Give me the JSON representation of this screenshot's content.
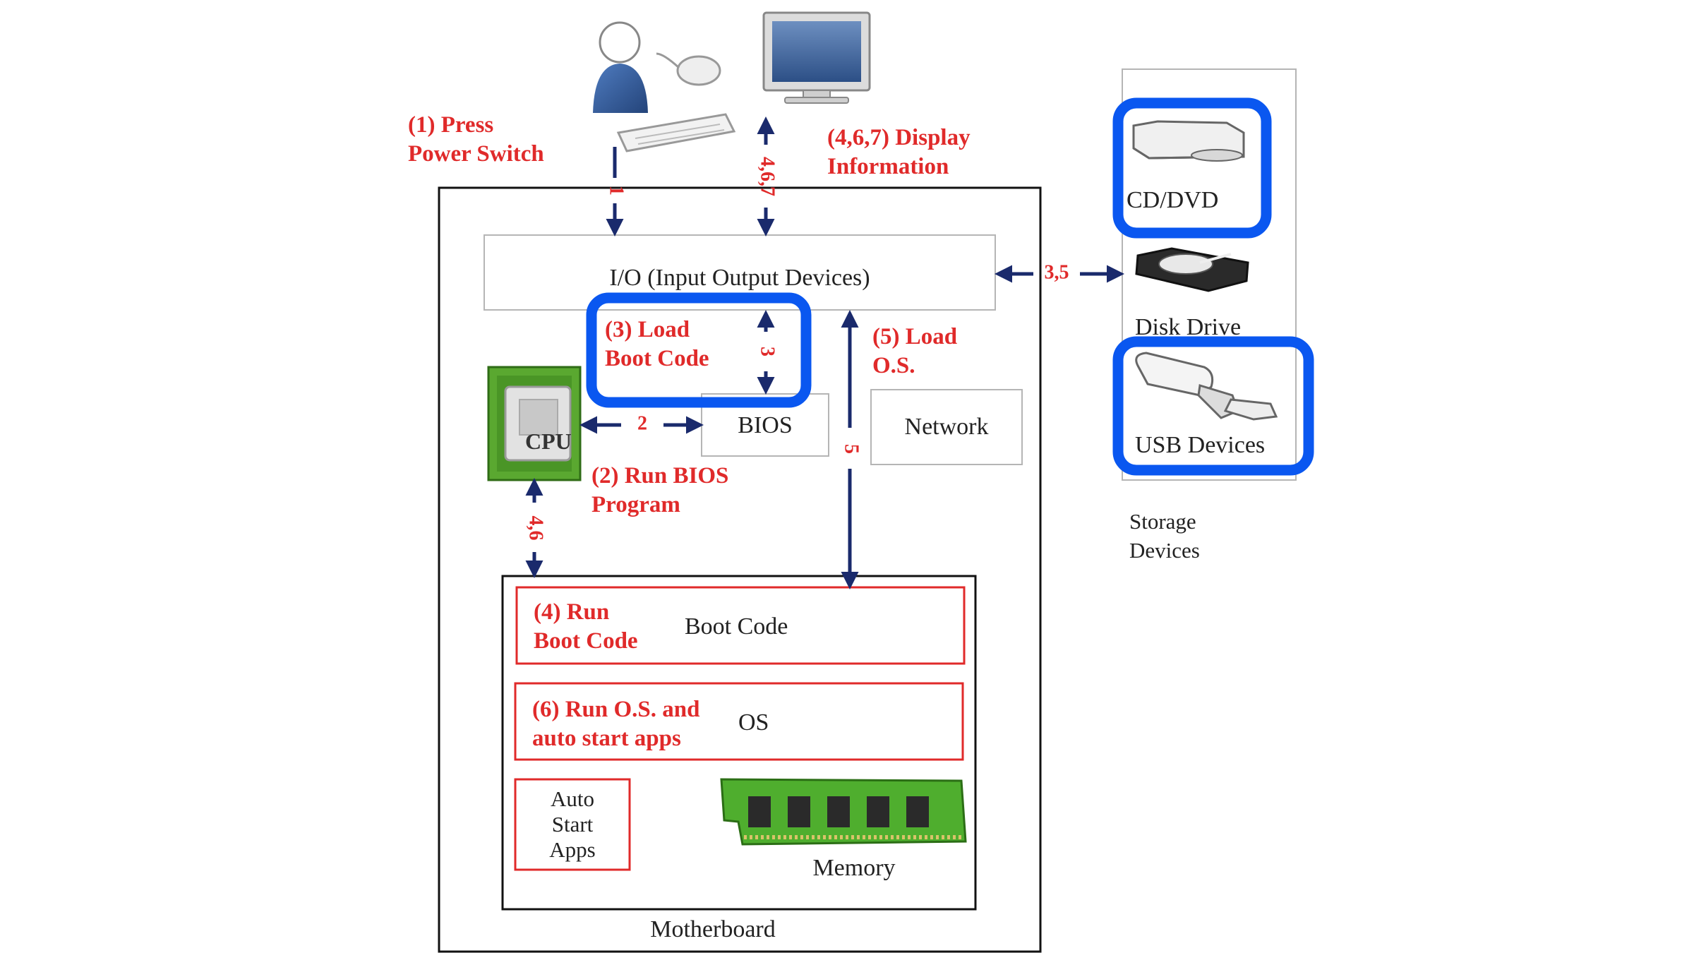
{
  "user": {
    "press_line1": "(1) Press",
    "press_line2": "Power Switch"
  },
  "display": {
    "line1": "(4,6,7) Display",
    "line2": "Information"
  },
  "io": {
    "label": "I/O (Input Output Devices)"
  },
  "load_boot": {
    "line1": "(3) Load",
    "line2": "Boot Code"
  },
  "load_os": {
    "line1": "(5) Load",
    "line2": "O.S."
  },
  "bios": {
    "label": "BIOS"
  },
  "network": {
    "label": "Network"
  },
  "cpu": {
    "label": "CPU"
  },
  "run_bios": {
    "line1": "(2) Run BIOS",
    "line2": "Program"
  },
  "memory_section": {
    "run_boot_line1": "(4) Run",
    "run_boot_line2": "Boot Code",
    "boot_code": "Boot Code",
    "run_os_line1": "(6) Run O.S. and",
    "run_os_line2": "auto start apps",
    "os": "OS",
    "auto_line1": "Auto",
    "auto_line2": "Start",
    "auto_line3": "Apps",
    "memory": "Memory",
    "motherboard": "Motherboard"
  },
  "storage": {
    "cd": "CD/DVD",
    "disk": "Disk Drive",
    "usb": "USB Devices",
    "title_line1": "Storage",
    "title_line2": "Devices"
  },
  "arrows": {
    "a1": "1",
    "a467": "4,6,7",
    "a35": "3,5",
    "a3": "3",
    "a2": "2",
    "a5": "5",
    "a46": "4,6"
  },
  "colors": {
    "arrow": "#1a2a6c",
    "accent_red": "#e02a2a",
    "highlight_blue": "#0a57f0"
  }
}
